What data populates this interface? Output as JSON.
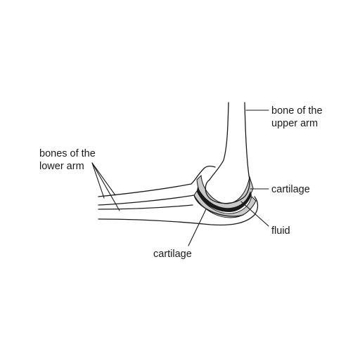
{
  "labels": {
    "upper_arm_bone": [
      "bone of the",
      "upper arm"
    ],
    "lower_arm_bones": [
      "bones of the",
      "lower arm"
    ],
    "cartilage_upper": "cartilage",
    "fluid": "fluid",
    "cartilage_lower": "cartilage"
  },
  "colors": {
    "line": "#1a1a1a",
    "cartilage": "#c9c9c9",
    "fluid": "#1a1a1a"
  }
}
